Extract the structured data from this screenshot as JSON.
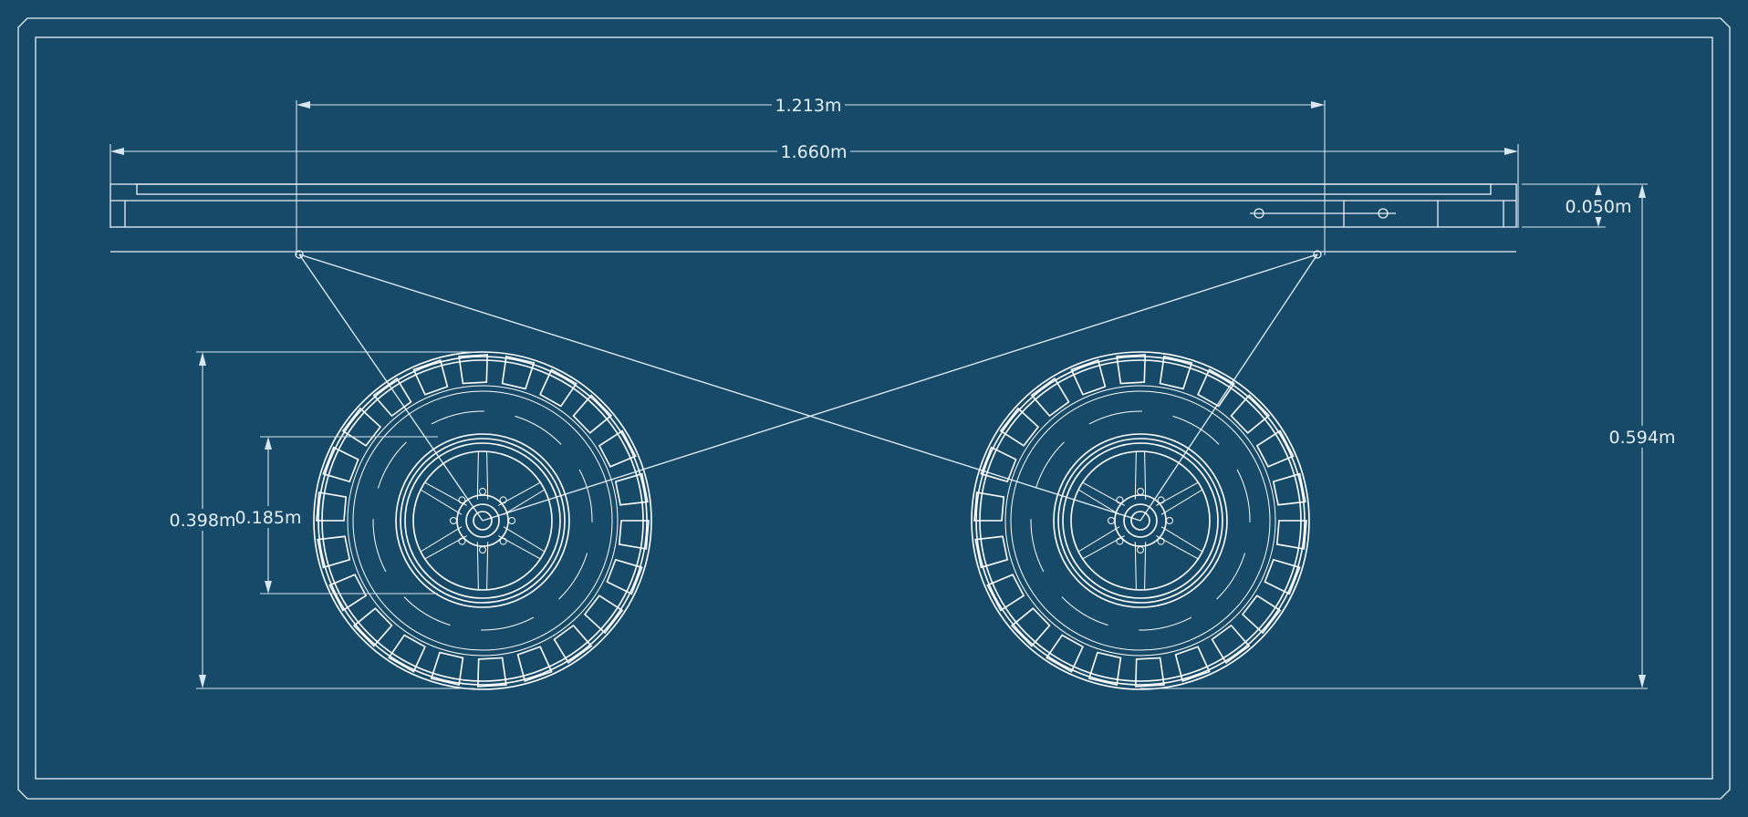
{
  "colors": {
    "background": "#174a68",
    "line": "#e8f1f8"
  },
  "dimensions": {
    "wheelbase": "1.213m",
    "overall_length": "1.660m",
    "deck_thickness": "0.050m",
    "overall_height": "0.594m",
    "tire_diameter": "0.398m",
    "rim_diameter": "0.185m"
  }
}
